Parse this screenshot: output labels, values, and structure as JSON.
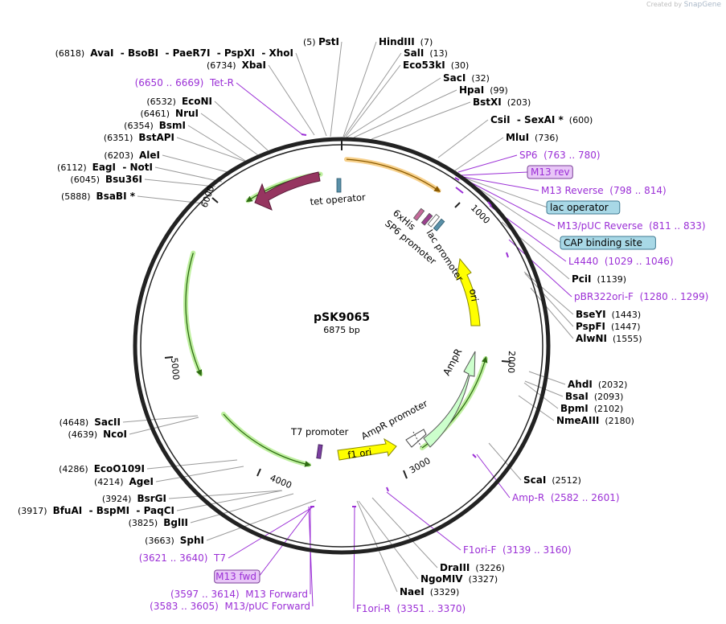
{
  "credit": {
    "created_by": "Created by",
    "brand": "SnapGene"
  },
  "plasmid": {
    "name": "pSK9065",
    "length": "6875 bp"
  },
  "ticks": [
    "1000",
    "2000",
    "3000",
    "4000",
    "5000",
    "6000"
  ],
  "features": [
    {
      "id": "tetr",
      "label": "TetR",
      "color": "#963560"
    },
    {
      "id": "ori",
      "label": "ori",
      "color": "#ffff00"
    },
    {
      "id": "ampr",
      "label": "AmpR",
      "color": "#ccffcc"
    },
    {
      "id": "f1ori",
      "label": "f1 ori",
      "color": "#ffff00"
    },
    {
      "id": "lac-promoter",
      "label": "lac promoter"
    },
    {
      "id": "sp6-promoter",
      "label": "SP6 promoter"
    },
    {
      "id": "his-tag",
      "label": "6xHis"
    },
    {
      "id": "tet-operator",
      "label": "tet operator"
    },
    {
      "id": "ampr-promoter",
      "label": "AmpR promoter"
    },
    {
      "id": "t7-promoter",
      "label": "T7 promoter"
    }
  ],
  "sites": [
    {
      "id": "psti",
      "parts": [
        [
          "(5)",
          "n"
        ],
        [
          " ",
          "n"
        ],
        [
          "PstI",
          "b"
        ]
      ]
    },
    {
      "id": "hindiii",
      "parts": [
        [
          "HindIII",
          "b"
        ],
        [
          "  (7)",
          "n"
        ]
      ]
    },
    {
      "id": "sali",
      "parts": [
        [
          "SalI",
          "b"
        ],
        [
          "  (13)",
          "n"
        ]
      ]
    },
    {
      "id": "eco53ki",
      "parts": [
        [
          "Eco53kI",
          "b"
        ],
        [
          "  (30)",
          "n"
        ]
      ]
    },
    {
      "id": "saci",
      "parts": [
        [
          "SacI",
          "b"
        ],
        [
          "  (32)",
          "n"
        ]
      ]
    },
    {
      "id": "hpai",
      "parts": [
        [
          "HpaI",
          "b"
        ],
        [
          "  (99)",
          "n"
        ]
      ]
    },
    {
      "id": "bstxi",
      "parts": [
        [
          "BstXI",
          "b"
        ],
        [
          "  (203)",
          "n"
        ]
      ]
    },
    {
      "id": "csii",
      "parts": [
        [
          "CsiI",
          "b"
        ],
        [
          "  - ",
          "b"
        ],
        [
          "SexAI *",
          "b"
        ],
        [
          "  (600)",
          "n"
        ]
      ]
    },
    {
      "id": "mlui",
      "parts": [
        [
          "MluI",
          "b"
        ],
        [
          "  (736)",
          "n"
        ]
      ]
    },
    {
      "id": "sp6",
      "parts": [
        [
          "SP6",
          "p"
        ],
        [
          "  (763 .. 780)",
          "p"
        ]
      ]
    },
    {
      "id": "m13rev",
      "parts": [
        [
          "M13 rev",
          "k"
        ]
      ]
    },
    {
      "id": "m13reverse",
      "parts": [
        [
          "M13 Reverse",
          "p"
        ],
        [
          "  (798 .. 814)",
          "p"
        ]
      ]
    },
    {
      "id": "lacoperator",
      "parts": [
        [
          "lac operator",
          "t"
        ]
      ]
    },
    {
      "id": "m13pucreverse",
      "parts": [
        [
          "M13/pUC Reverse",
          "p"
        ],
        [
          "  (811 .. 833)",
          "p"
        ]
      ]
    },
    {
      "id": "capsite",
      "parts": [
        [
          "CAP binding site",
          "t"
        ]
      ]
    },
    {
      "id": "l4440",
      "parts": [
        [
          "L4440",
          "p"
        ],
        [
          "  (1029 .. 1046)",
          "p"
        ]
      ]
    },
    {
      "id": "pcii",
      "parts": [
        [
          "PciI",
          "b"
        ],
        [
          "  (1139)",
          "n"
        ]
      ]
    },
    {
      "id": "pbr322ori",
      "parts": [
        [
          "pBR322ori-F",
          "p"
        ],
        [
          "  (1280 .. 1299)",
          "p"
        ]
      ]
    },
    {
      "id": "bseyi",
      "parts": [
        [
          "BseYI",
          "b"
        ],
        [
          "  (1443)",
          "n"
        ]
      ]
    },
    {
      "id": "pspfi",
      "parts": [
        [
          "PspFI",
          "b"
        ],
        [
          "  (1447)",
          "n"
        ]
      ]
    },
    {
      "id": "alwni",
      "parts": [
        [
          "AlwNI",
          "b"
        ],
        [
          "  (1555)",
          "n"
        ]
      ]
    },
    {
      "id": "ahdi",
      "parts": [
        [
          "AhdI",
          "b"
        ],
        [
          "  (2032)",
          "n"
        ]
      ]
    },
    {
      "id": "bsai",
      "parts": [
        [
          "BsaI",
          "b"
        ],
        [
          "  (2093)",
          "n"
        ]
      ]
    },
    {
      "id": "bpmi",
      "parts": [
        [
          "BpmI",
          "b"
        ],
        [
          "  (2102)",
          "n"
        ]
      ]
    },
    {
      "id": "nmeaiii",
      "parts": [
        [
          "NmeAIII",
          "b"
        ],
        [
          "  (2180)",
          "n"
        ]
      ]
    },
    {
      "id": "scai",
      "parts": [
        [
          "ScaI",
          "b"
        ],
        [
          "  (2512)",
          "n"
        ]
      ]
    },
    {
      "id": "ampr-primer",
      "parts": [
        [
          "Amp-R",
          "p"
        ],
        [
          "  (2582 .. 2601)",
          "p"
        ]
      ]
    },
    {
      "id": "f1ori-f",
      "parts": [
        [
          "F1ori-F",
          "p"
        ],
        [
          "  (3139 .. 3160)",
          "p"
        ]
      ]
    },
    {
      "id": "draiii",
      "parts": [
        [
          "DraIII",
          "b"
        ],
        [
          "  (3226)",
          "n"
        ]
      ]
    },
    {
      "id": "ngomiv",
      "parts": [
        [
          "NgoMIV",
          "b"
        ],
        [
          "  (3327)",
          "n"
        ]
      ]
    },
    {
      "id": "naei",
      "parts": [
        [
          "NaeI",
          "b"
        ],
        [
          "  (3329)",
          "n"
        ]
      ]
    },
    {
      "id": "f1ori-r",
      "parts": [
        [
          "F1ori-R",
          "p"
        ],
        [
          "  (3351 .. 3370)",
          "p"
        ]
      ]
    },
    {
      "id": "m13pucforward",
      "parts": [
        [
          "(3583 .. 3605)",
          "p"
        ],
        [
          "  M13/pUC Forward",
          "p"
        ]
      ]
    },
    {
      "id": "m13forward",
      "parts": [
        [
          "(3597 .. 3614)",
          "p"
        ],
        [
          "  M13 Forward",
          "p"
        ]
      ]
    },
    {
      "id": "m13fwd",
      "parts": [
        [
          "M13 fwd",
          "k"
        ]
      ]
    },
    {
      "id": "t7",
      "parts": [
        [
          "(3621 .. 3640)",
          "p"
        ],
        [
          "  T7",
          "p"
        ]
      ]
    },
    {
      "id": "sphi",
      "parts": [
        [
          "(3663)",
          "n"
        ],
        [
          "  ",
          "n"
        ],
        [
          "SphI",
          "b"
        ]
      ]
    },
    {
      "id": "bglii",
      "parts": [
        [
          "(3825)",
          "n"
        ],
        [
          "  ",
          "n"
        ],
        [
          "BglII",
          "b"
        ]
      ]
    },
    {
      "id": "bfuai",
      "parts": [
        [
          "(3917)",
          "n"
        ],
        [
          "  ",
          "n"
        ],
        [
          "BfuAI",
          "b"
        ],
        [
          "  - ",
          "b"
        ],
        [
          "BspMI",
          "b"
        ],
        [
          "  - ",
          "b"
        ],
        [
          "PaqCI",
          "b"
        ]
      ]
    },
    {
      "id": "bsrgi",
      "parts": [
        [
          "(3924)",
          "n"
        ],
        [
          "  ",
          "n"
        ],
        [
          "BsrGI",
          "b"
        ]
      ]
    },
    {
      "id": "agei",
      "parts": [
        [
          "(4214)",
          "n"
        ],
        [
          "  ",
          "n"
        ],
        [
          "AgeI",
          "b"
        ]
      ]
    },
    {
      "id": "ecoo109i",
      "parts": [
        [
          "(4286)",
          "n"
        ],
        [
          "  ",
          "n"
        ],
        [
          "EcoO109I",
          "b"
        ]
      ]
    },
    {
      "id": "ncoi",
      "parts": [
        [
          "(4639)",
          "n"
        ],
        [
          "  ",
          "n"
        ],
        [
          "NcoI",
          "b"
        ]
      ]
    },
    {
      "id": "sacii",
      "parts": [
        [
          "(4648)",
          "n"
        ],
        [
          "  ",
          "n"
        ],
        [
          "SacII",
          "b"
        ]
      ]
    },
    {
      "id": "bsabi",
      "parts": [
        [
          "(5888)",
          "n"
        ],
        [
          "  ",
          "n"
        ],
        [
          "BsaBI *",
          "b"
        ]
      ]
    },
    {
      "id": "bsu36i",
      "parts": [
        [
          "(6045)",
          "n"
        ],
        [
          "  ",
          "n"
        ],
        [
          "Bsu36I",
          "b"
        ]
      ]
    },
    {
      "id": "eagi",
      "parts": [
        [
          "(6112)",
          "n"
        ],
        [
          "  ",
          "n"
        ],
        [
          "EagI",
          "b"
        ],
        [
          "  - ",
          "b"
        ],
        [
          "NotI",
          "b"
        ]
      ]
    },
    {
      "id": "alei",
      "parts": [
        [
          "(6203)",
          "n"
        ],
        [
          "  ",
          "n"
        ],
        [
          "AleI",
          "b"
        ]
      ]
    },
    {
      "id": "bstapi",
      "parts": [
        [
          "(6351)",
          "n"
        ],
        [
          "  ",
          "n"
        ],
        [
          "BstAPI",
          "b"
        ]
      ]
    },
    {
      "id": "bsmi",
      "parts": [
        [
          "(6354)",
          "n"
        ],
        [
          "  ",
          "n"
        ],
        [
          "BsmI",
          "b"
        ]
      ]
    },
    {
      "id": "nrui",
      "parts": [
        [
          "(6461)",
          "n"
        ],
        [
          "  ",
          "n"
        ],
        [
          "NruI",
          "b"
        ]
      ]
    },
    {
      "id": "econi",
      "parts": [
        [
          "(6532)",
          "n"
        ],
        [
          "  ",
          "n"
        ],
        [
          "EcoNI",
          "b"
        ]
      ]
    },
    {
      "id": "tet-r",
      "parts": [
        [
          "(6650 .. 6669)",
          "p"
        ],
        [
          "  Tet-R",
          "p"
        ]
      ]
    },
    {
      "id": "xbai",
      "parts": [
        [
          "(6734)",
          "n"
        ],
        [
          "  ",
          "n"
        ],
        [
          "XbaI",
          "b"
        ]
      ]
    },
    {
      "id": "avai",
      "parts": [
        [
          "(6818)",
          "n"
        ],
        [
          "  ",
          "n"
        ],
        [
          "AvaI",
          "b"
        ],
        [
          "  - ",
          "b"
        ],
        [
          "BsoBI",
          "b"
        ],
        [
          "  - ",
          "b"
        ],
        [
          "PaeR7I",
          "b"
        ],
        [
          "  - ",
          "b"
        ],
        [
          "PspXI",
          "b"
        ],
        [
          "  - ",
          "b"
        ],
        [
          "XhoI",
          "b"
        ]
      ]
    }
  ]
}
